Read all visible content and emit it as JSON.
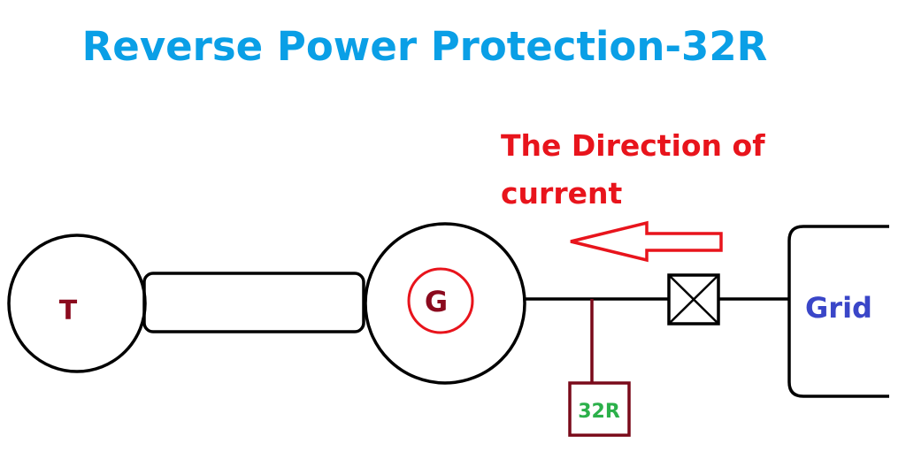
{
  "title": "Reverse Power Protection-32R",
  "annotation": {
    "line1": "The Direction of",
    "line2": "current",
    "arrow_direction": "left"
  },
  "components": {
    "turbine": {
      "label": "T"
    },
    "shaft": {
      "label": ""
    },
    "generator": {
      "label": "G"
    },
    "breaker": {
      "label": ""
    },
    "relay": {
      "label": "32R"
    },
    "grid": {
      "label": "Grid"
    }
  },
  "colors": {
    "title": "#0a9fe6",
    "annotation": "#e8141c",
    "arrow": "#e8141c",
    "turbine_label": "#8b0a1e",
    "generator_label": "#8b0a1e",
    "generator_inner_ring": "#e8141c",
    "relay_box": "#7a0a1a",
    "relay_label": "#2bb04a",
    "grid_label": "#3a46c8",
    "lines": "#000000"
  }
}
